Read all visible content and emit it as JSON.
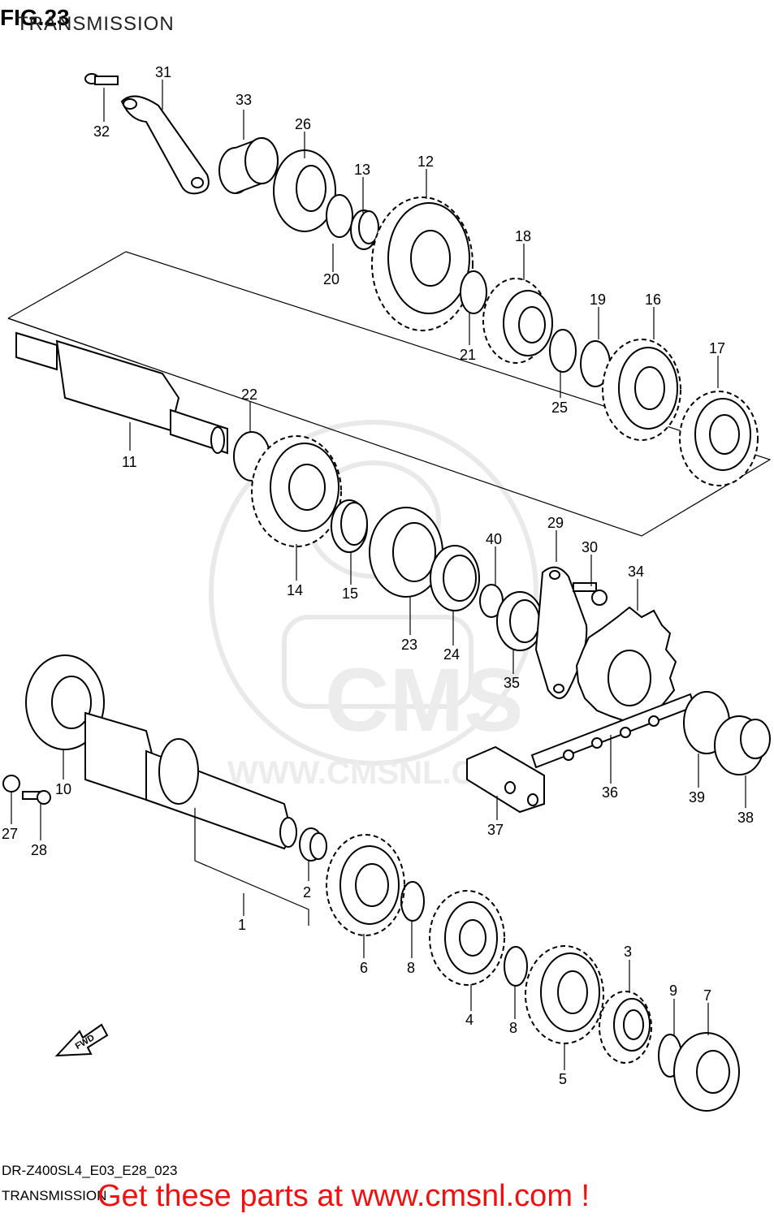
{
  "header": {
    "fig": "FIG.23",
    "subtitle": "TRANSMISSION"
  },
  "footer": {
    "code": "DR-Z400SL4_E03_E28_023",
    "name": "TRANSMISSION"
  },
  "promo": "Get these parts at www.cmsnl.com !",
  "watermark": {
    "brand": "CMS",
    "url": "WWW.CMSNL.COM"
  },
  "fwd_arrow": "FWD",
  "part_labels": [
    "1",
    "2",
    "3",
    "4",
    "5",
    "6",
    "7",
    "8",
    "8",
    "9",
    "10",
    "11",
    "12",
    "13",
    "14",
    "15",
    "16",
    "17",
    "18",
    "19",
    "20",
    "21",
    "22",
    "23",
    "24",
    "25",
    "26",
    "27",
    "28",
    "29",
    "30",
    "31",
    "32",
    "33",
    "34",
    "35",
    "36",
    "37",
    "38",
    "39",
    "40"
  ]
}
